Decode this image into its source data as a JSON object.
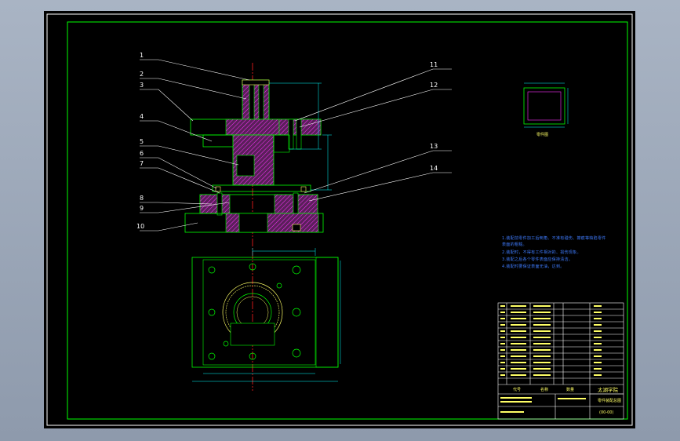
{
  "part_numbers_left": [
    "1",
    "2",
    "3",
    "4",
    "5",
    "6",
    "7",
    "8",
    "9",
    "10"
  ],
  "part_numbers_right": [
    "11",
    "12",
    "13",
    "14"
  ],
  "part_drawing_label": "零件图",
  "tech_requirements": [
    "1.装配前零件加工后倒角、不准有碰伤、擦痕等缺陷零件",
    "表面的粗糙。",
    "2.装配时，不得有工件相对的、损伤现象。",
    "3.装配之后各个零件表面应保持清洁。",
    "4.装配时要保证表面无油，达到。"
  ],
  "title_block": {
    "school": "太湖学院",
    "drawing_name": "零件装配总图",
    "drawing_code": "(00-00)",
    "col_code": "代号",
    "col_name": "名称",
    "col_qty": "数量"
  },
  "colors": {
    "frame": "#00ff00",
    "outline": "#00ff00",
    "hatch": "#ff00ff",
    "centerline": "#ff2020",
    "dimension": "#00ffff",
    "leader": "#ffffff",
    "annotation": "#ffff66",
    "notes": "#3f7cff"
  }
}
